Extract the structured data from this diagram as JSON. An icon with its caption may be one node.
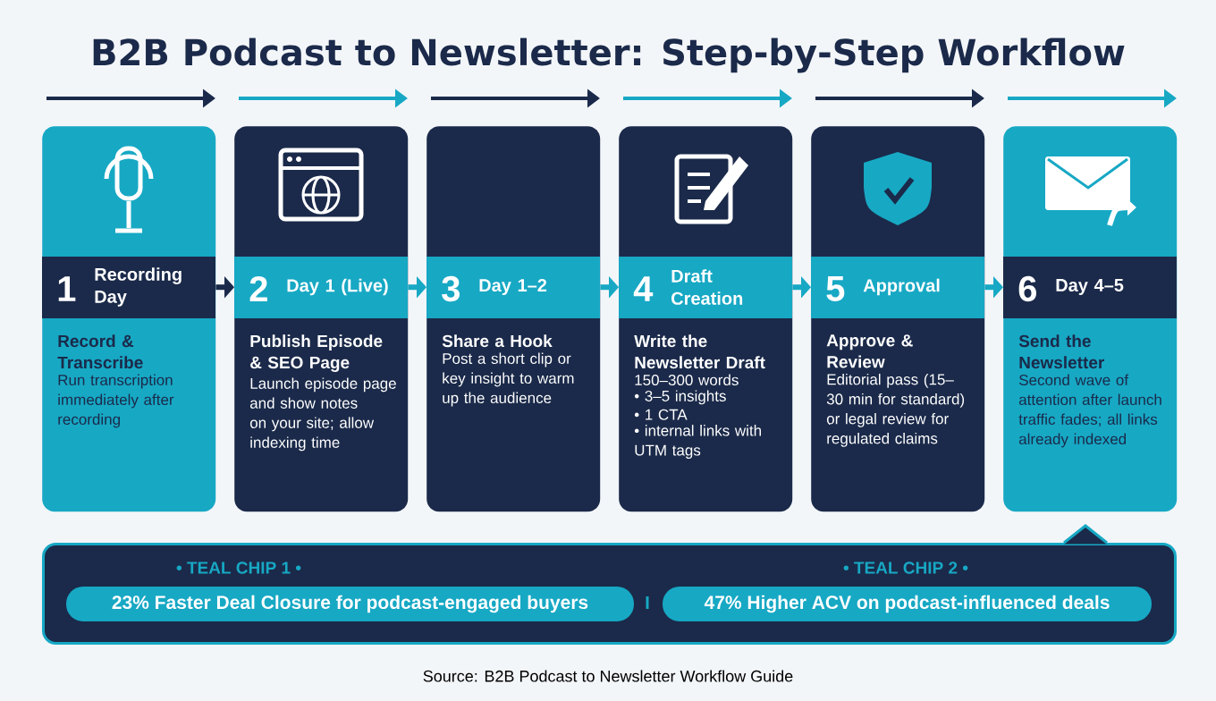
{
  "diagram": {
    "title": "B2B Podcast to Newsletter: Step-by-Step Workflow",
    "caption": "Source: B2B Podcast to Newsletter Workflow Guide",
    "nodes": [
      {
        "text": [
          "1",
          "Recording Day",
          "Record & Transcribe",
          "Run transcription immediately after recording"
        ]
      },
      {
        "text": [
          "2",
          "Day 1 (Live)",
          "Publish Episode & SEO Page",
          "Launch episode page and show notes on your site; allow indexing time"
        ]
      },
      {
        "text": [
          "3",
          "Day 1–2",
          "Share a Hook",
          "Post a short clip or key insight to warm up the audience"
        ]
      },
      {
        "text": [
          "4",
          "Draft Creation",
          "Write the Newsletter Draft",
          "150–300 words",
          "• 3–5 insights",
          "• 1 CTA",
          "• internal links with UTM tags"
        ]
      },
      {
        "text": [
          "5",
          "Approval",
          "Approve & Review",
          "Editorial pass (15–30 min for standard) or legal review for regulated claims"
        ]
      },
      {
        "text": [
          "6",
          "Day 4–5",
          "Send the Newsletter",
          "Second wave of attention after launch traffic fades; all links already indexed"
        ]
      },
      {
        "text": [
          "• TEAL CHIP 1 •",
          "• TEAL CHIP 2 •"
        ]
      },
      {
        "text": [
          "23% Faster Deal Closure for podcast-engaged buyers"
        ],
        "in": 6
      },
      {
        "text": [
          "47% Higher ACV on podcast-influenced deals"
        ],
        "in": 6
      }
    ],
    "edges": [
      {
        "from": 0,
        "to": 1,
        "arrow": "to",
        "color": "#1b2a4a"
      },
      {
        "from": 1,
        "to": 2,
        "arrow": "to"
      },
      {
        "from": 2,
        "to": 3,
        "arrow": "to"
      },
      {
        "from": 3,
        "to": 4,
        "arrow": "to"
      },
      {
        "from": 4,
        "to": 5,
        "arrow": "to"
      }
    ]
  }
}
